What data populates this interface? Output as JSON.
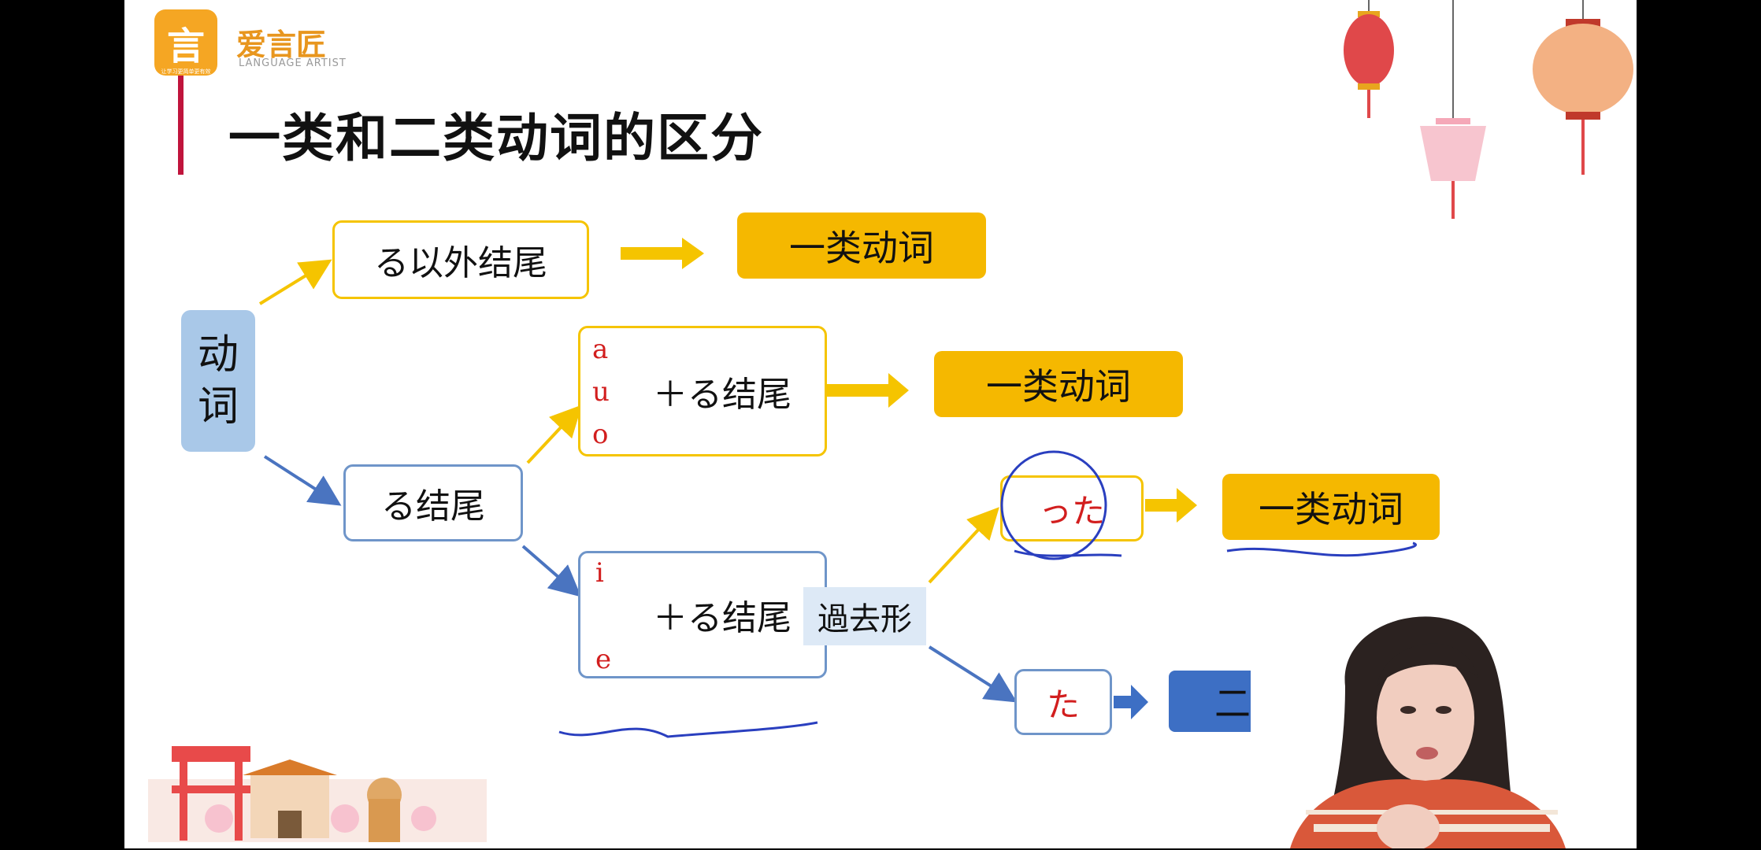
{
  "brand": {
    "logo_glyph": "言",
    "name": "爱言匠",
    "subname": "LANGUAGE ARTIST",
    "tagline": "让学习更简单更有效"
  },
  "title": "一类和二类动词的区分",
  "nodes": {
    "verb": "动\n词",
    "not_ru_ending": "る以外结尾",
    "ru_ending": "る结尾",
    "auo_plus_ru": "＋る结尾",
    "ie_plus_ru": "＋る结尾",
    "past_form": "過去形",
    "tta": "った",
    "ta": "た"
  },
  "vowels_auo": [
    "a",
    "u",
    "o"
  ],
  "vowels_ie": [
    "i",
    "e"
  ],
  "results": {
    "r1": "一类动词",
    "r2": "一类动词",
    "r3": "一类动词",
    "r4": "二类动词"
  },
  "colors": {
    "yellow": "#f5b800",
    "blue": "#3d6fc4",
    "light_blue": "#a9c8e8",
    "accent_red": "#c0143c",
    "ink": "#2a3fbf"
  }
}
